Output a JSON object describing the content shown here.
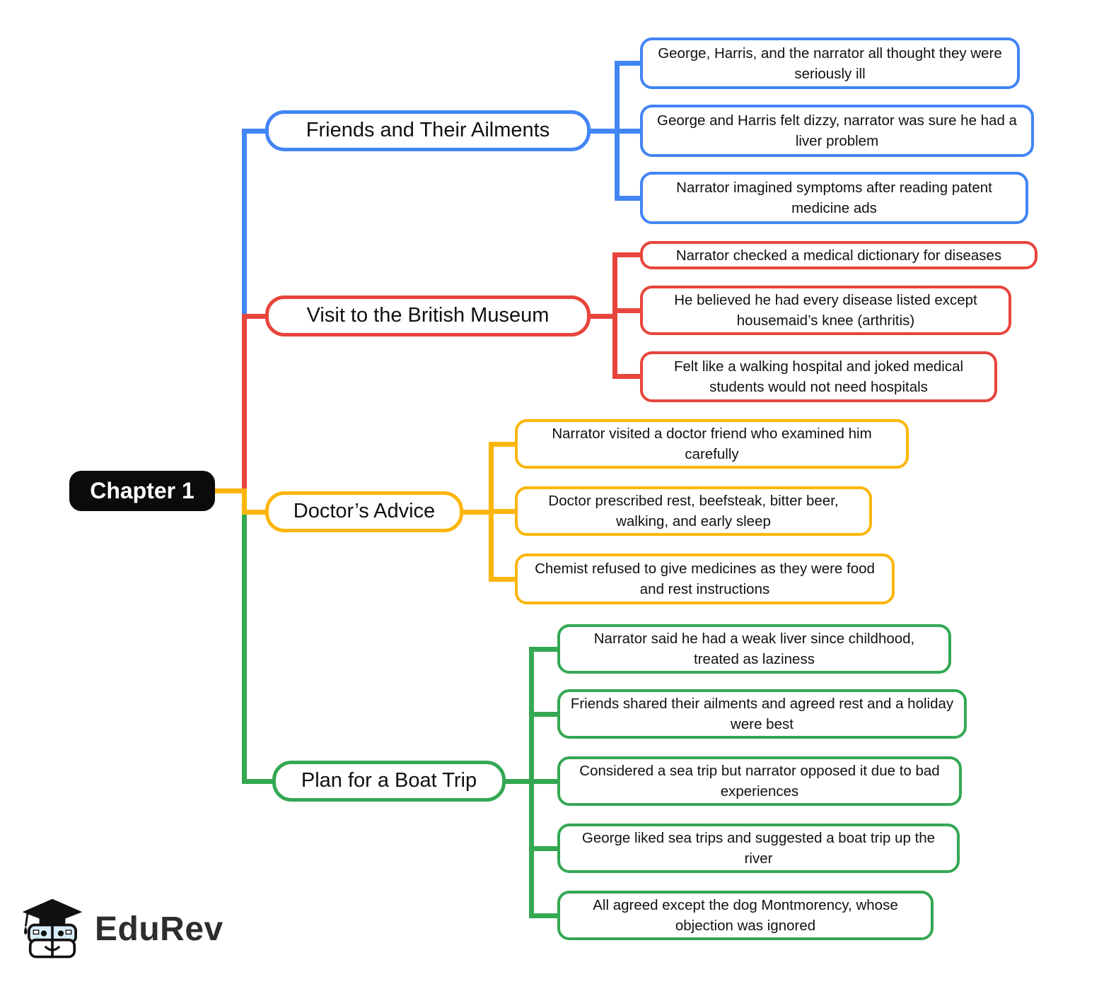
{
  "mindmap": {
    "root": {
      "label": "Chapter 1"
    },
    "branches": [
      {
        "label": "Friends and Their Ailments",
        "color": "#4285F4",
        "leaves": [
          "George, Harris, and the narrator all thought they were seriously ill",
          "George and Harris felt dizzy, narrator was sure he had a liver problem",
          "Narrator imagined symptoms after reading patent medicine ads"
        ]
      },
      {
        "label": "Visit to the British Museum",
        "color": "#E8453C",
        "leaves": [
          "Narrator checked a medical dictionary for diseases",
          "He believed he had every disease listed except housemaid’s knee (arthritis)",
          "Felt like a walking hospital and joked medical students would not need hospitals"
        ]
      },
      {
        "label": "Doctor’s Advice",
        "color": "#FCB50A",
        "leaves": [
          "Narrator visited a doctor friend who examined him carefully",
          "Doctor prescribed rest, beefsteak, bitter beer, walking, and early sleep",
          "Chemist refused to give medicines as they were food and rest instructions"
        ]
      },
      {
        "label": "Plan for a Boat Trip",
        "color": "#34A853",
        "leaves": [
          "Narrator said he had a weak liver since childhood, treated as laziness",
          "Friends shared their ailments and agreed rest and a holiday were best",
          "Considered a sea trip but narrator opposed it due to bad experiences",
          "George liked sea trips and suggested a boat trip up the river",
          "All agreed except the dog Montmorency, whose objection was ignored"
        ]
      }
    ]
  },
  "branding": {
    "logo_text": "EduRev",
    "mascot_icon": "graduation-cap-books-mascot"
  },
  "palette": {
    "blue": "#4285F4",
    "red": "#E8453C",
    "yellow": "#FCB50A",
    "green": "#34A853",
    "root_background": "#0B0B0B",
    "text": "#111111",
    "background": "#FFFFFF"
  }
}
